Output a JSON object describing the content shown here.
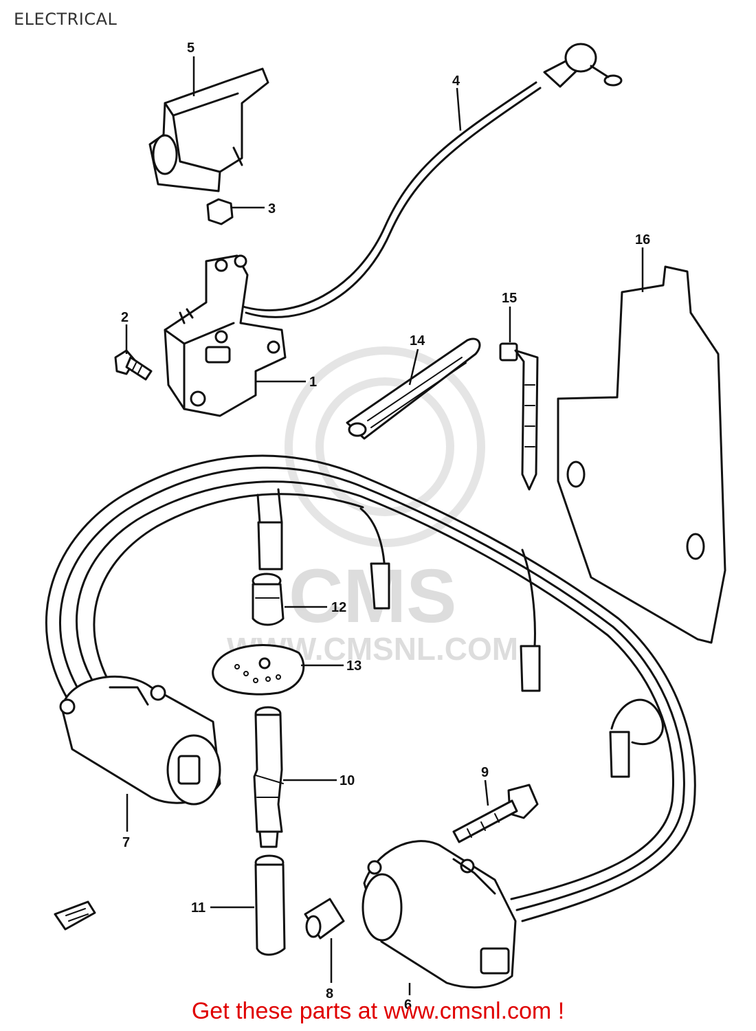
{
  "header": {
    "title": "ELECTRICAL"
  },
  "watermark": {
    "brand": "CMS",
    "url": "WWW.CMSNL.COM"
  },
  "footer": {
    "text": "Get these parts at www.cmsnl.com !"
  },
  "callouts": [
    {
      "id": "5",
      "label": "5"
    },
    {
      "id": "3",
      "label": "3"
    },
    {
      "id": "4",
      "label": "4"
    },
    {
      "id": "2",
      "label": "2"
    },
    {
      "id": "1",
      "label": "1"
    },
    {
      "id": "14",
      "label": "14"
    },
    {
      "id": "15",
      "label": "15"
    },
    {
      "id": "16",
      "label": "16"
    },
    {
      "id": "12",
      "label": "12"
    },
    {
      "id": "13",
      "label": "13"
    },
    {
      "id": "10",
      "label": "10"
    },
    {
      "id": "9",
      "label": "9"
    },
    {
      "id": "7",
      "label": "7"
    },
    {
      "id": "11",
      "label": "11"
    },
    {
      "id": "8",
      "label": "8"
    },
    {
      "id": "6",
      "label": "6"
    }
  ],
  "colors": {
    "ink": "#111111",
    "footer": "#e00000",
    "watermark": "#d0d0d0"
  }
}
